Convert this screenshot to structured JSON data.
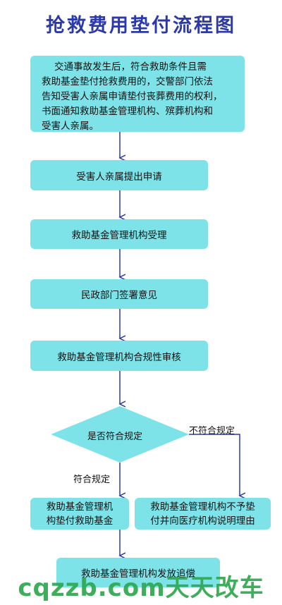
{
  "title": "抢救费用垫付流程图",
  "nodes": {
    "start_lines": [
      "交通事故发生后，符合救助条件且需",
      "救助基金垫付抢救费用的，交警部门依法",
      "告知受害人亲属申请垫付丧葬费用的权利，",
      "书面通知救助基金管理机构、殡葬机构和",
      "受害人亲属。"
    ],
    "apply": "受害人亲属提出申请",
    "accept": "救助基金管理机构受理",
    "civil": "民政部门签署意见",
    "review": "救助基金管理机构合规性审核",
    "decision": "是否符合规定",
    "yes_lines": [
      "救助基金管理机",
      "构垫付救助基金"
    ],
    "no_lines": [
      "救助基金管理机构不予垫",
      "付并向医疗机构说明理由"
    ],
    "final": "救助基金管理机构发放追偿"
  },
  "edge_labels": {
    "yes": "符合规定",
    "no": "不符合规定"
  },
  "watermark": "cqzzb.com天天改车",
  "colors": {
    "box": "#7de3e8",
    "arrow": "#2b3aa8",
    "title": "#2b3aa8",
    "watermark": "#2ea84e"
  }
}
